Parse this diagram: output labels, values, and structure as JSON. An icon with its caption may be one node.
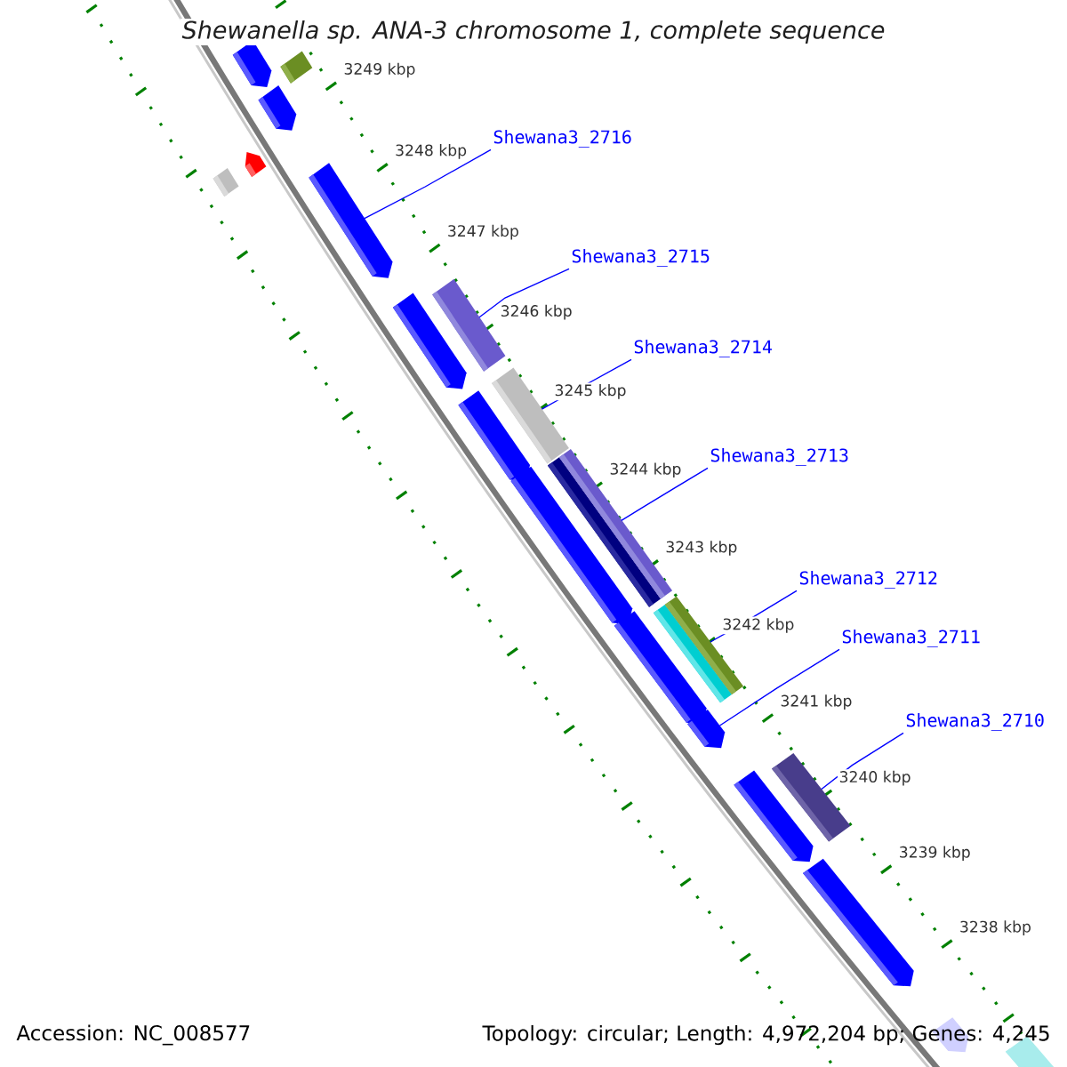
{
  "diagram": {
    "title": "*Shewanella* *sp.* ANA-3 chromosome 1, complete sequence",
    "nodes": [
      {
        "text": [
          "Shewana3_2716"
        ]
      },
      {
        "text": [
          "Shewana3_2715"
        ]
      },
      {
        "text": [
          "Shewana3_2714"
        ]
      },
      {
        "text": [
          "Shewana3_2713"
        ]
      },
      {
        "text": [
          "Shewana3_2712"
        ]
      },
      {
        "text": [
          "Shewana3_2711"
        ]
      },
      {
        "text": [
          "Shewana3_2710"
        ]
      },
      {
        "text": [],
        "shape": "arrow"
      },
      {
        "text": [],
        "shape": "bar"
      },
      {
        "text": [],
        "shape": "arrow"
      },
      {
        "text": [],
        "shape": "arrow"
      },
      {
        "text": [],
        "shape": "bar"
      },
      {
        "text": [],
        "shape": "arrow"
      },
      {
        "text": [],
        "shape": "arrow"
      },
      {
        "text": [],
        "shape": "bar"
      },
      {
        "text": [],
        "shape": "arrow"
      },
      {
        "text": [],
        "shape": "bar"
      },
      {
        "text": [],
        "shape": "arrow"
      },
      {
        "text": [],
        "shape": "bar"
      },
      {
        "text": [],
        "shape": "bar"
      },
      {
        "text": [],
        "shape": "arrow"
      },
      {
        "text": [],
        "shape": "bar"
      },
      {
        "text": [],
        "shape": "bar"
      },
      {
        "text": [],
        "shape": "arrow"
      },
      {
        "text": [],
        "shape": "arrow"
      },
      {
        "text": [],
        "shape": "bar"
      },
      {
        "text": [],
        "shape": "arrow"
      },
      {
        "text": [],
        "shape": "arrow"
      },
      {
        "text": [],
        "shape": "bar"
      }
    ],
    "edges": [
      {
        "from": 0,
        "to": 12,
        "arrow": "none"
      },
      {
        "from": 1,
        "to": 14,
        "arrow": "none"
      },
      {
        "from": 2,
        "to": 16,
        "arrow": "none"
      },
      {
        "from": 3,
        "to": 19,
        "arrow": "none"
      },
      {
        "from": 4,
        "to": 22,
        "arrow": "none"
      },
      {
        "from": 5,
        "to": 23,
        "arrow": "none"
      },
      {
        "from": 6,
        "to": 25,
        "arrow": "none"
      }
    ],
    "labels": [
      "3249 kbp",
      "3248 kbp",
      "3247 kbp",
      "3246 kbp",
      "3245 kbp",
      "3244 kbp",
      "3243 kbp",
      "3242 kbp",
      "3241 kbp",
      "3240 kbp",
      "3239 kbp",
      "3238 kbp",
      "Accession: NC_008577",
      "Topology: circular; Length: 4,972,204 bp; Genes: 4,245"
    ]
  }
}
